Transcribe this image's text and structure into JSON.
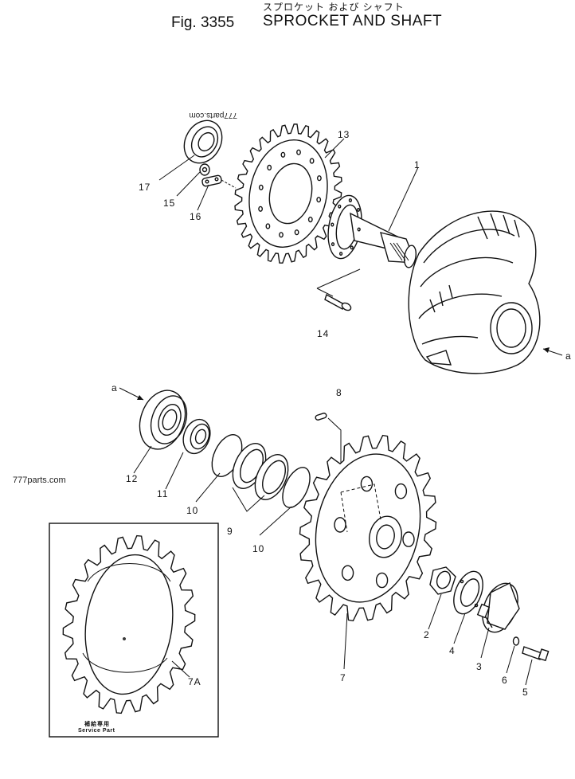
{
  "header": {
    "fig_number": "Fig. 3355",
    "japanese_title": "スプロケット および シャフト",
    "english_title": "SPROCKET AND SHAFT"
  },
  "watermarks": {
    "left": "777parts.com",
    "rotated": "777parts.com"
  },
  "callouts": {
    "c1": "1",
    "c2": "2",
    "c3": "3",
    "c4": "4",
    "c5": "5",
    "c6": "6",
    "c7": "7",
    "c7a": "7A",
    "c8": "8",
    "c9": "9",
    "c10a": "10",
    "c10b": "10",
    "c11": "11",
    "c12": "12",
    "c13": "13",
    "c14": "14",
    "c15": "15",
    "c16": "16",
    "c17": "17",
    "ca1": "a",
    "ca2": "a"
  },
  "service_box": {
    "japanese_label": "補給専用",
    "label": "Service Part"
  }
}
